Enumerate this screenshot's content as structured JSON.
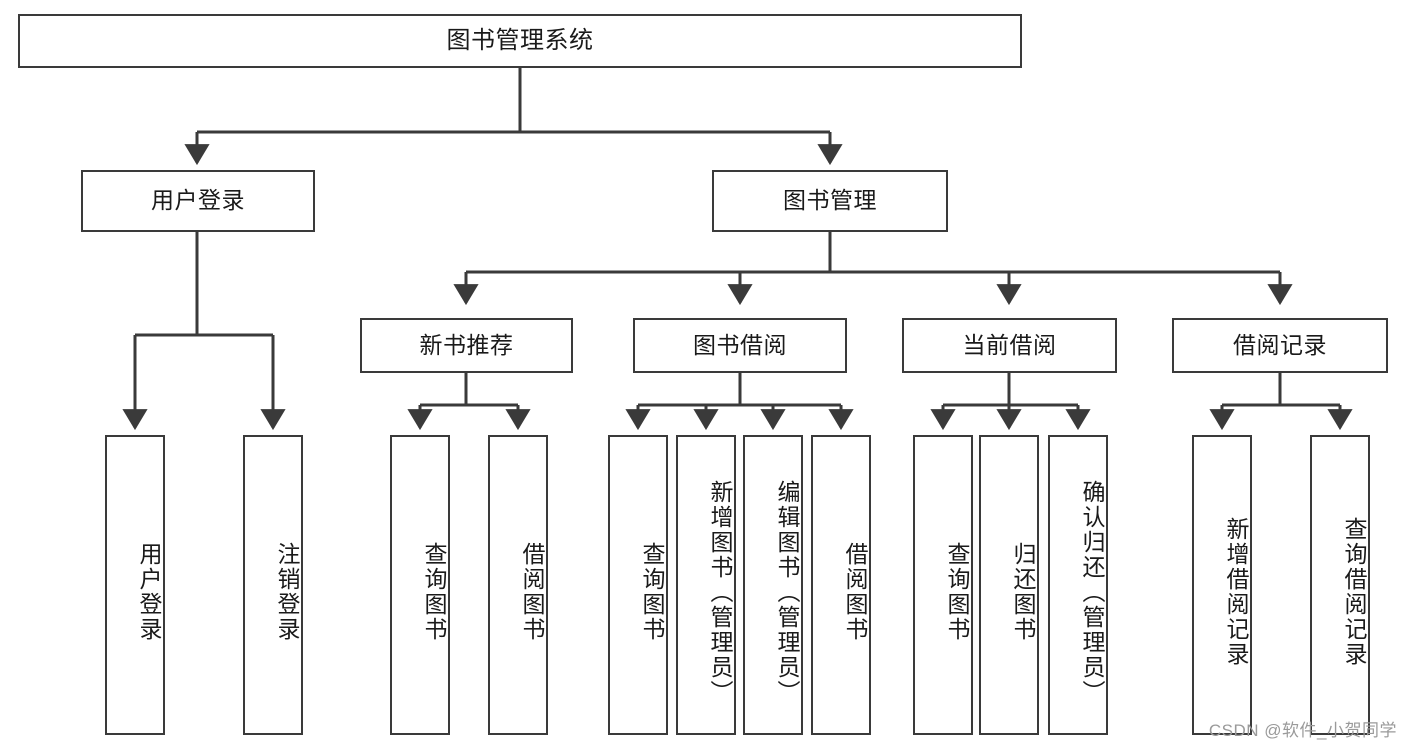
{
  "diagram": {
    "title": "图书管理系统",
    "type": "tree",
    "watermark": "CSDN @软件_小贺同学",
    "colors": {
      "stroke": "#3a3a3a",
      "fill": "#ffffff",
      "text": "#1a1a1a",
      "watermark": "#9a9a9a"
    },
    "root": {
      "label": "图书管理系统"
    },
    "level2": [
      {
        "id": "user-login",
        "label": "用户登录"
      },
      {
        "id": "book-manage",
        "label": "图书管理"
      }
    ],
    "level3": [
      {
        "id": "new-book-rec",
        "label": "新书推荐"
      },
      {
        "id": "book-borrow",
        "label": "图书借阅"
      },
      {
        "id": "current-borrow",
        "label": "当前借阅"
      },
      {
        "id": "borrow-record",
        "label": "借阅记录"
      }
    ],
    "leaves": {
      "user-login": [
        {
          "id": "leaf-user-login",
          "label": "用户登录"
        },
        {
          "id": "leaf-user-logout",
          "label": "注销登录"
        }
      ],
      "new-book-rec": [
        {
          "id": "leaf-query-book-1",
          "label": "查询图书"
        },
        {
          "id": "leaf-borrow-book-1",
          "label": "借阅图书"
        }
      ],
      "book-borrow": [
        {
          "id": "leaf-query-book-2",
          "label": "查询图书"
        },
        {
          "id": "leaf-add-book",
          "label": "新增图书（管理员）"
        },
        {
          "id": "leaf-edit-book",
          "label": "编辑图书（管理员）"
        },
        {
          "id": "leaf-borrow-book-2",
          "label": "借阅图书"
        }
      ],
      "current-borrow": [
        {
          "id": "leaf-query-book-3",
          "label": "查询图书"
        },
        {
          "id": "leaf-return-book",
          "label": "归还图书"
        },
        {
          "id": "leaf-confirm-return",
          "label": "确认归还（管理员）"
        }
      ],
      "borrow-record": [
        {
          "id": "leaf-add-record",
          "label": "新增借阅记录"
        },
        {
          "id": "leaf-query-record",
          "label": "查询借阅记录"
        }
      ]
    }
  }
}
